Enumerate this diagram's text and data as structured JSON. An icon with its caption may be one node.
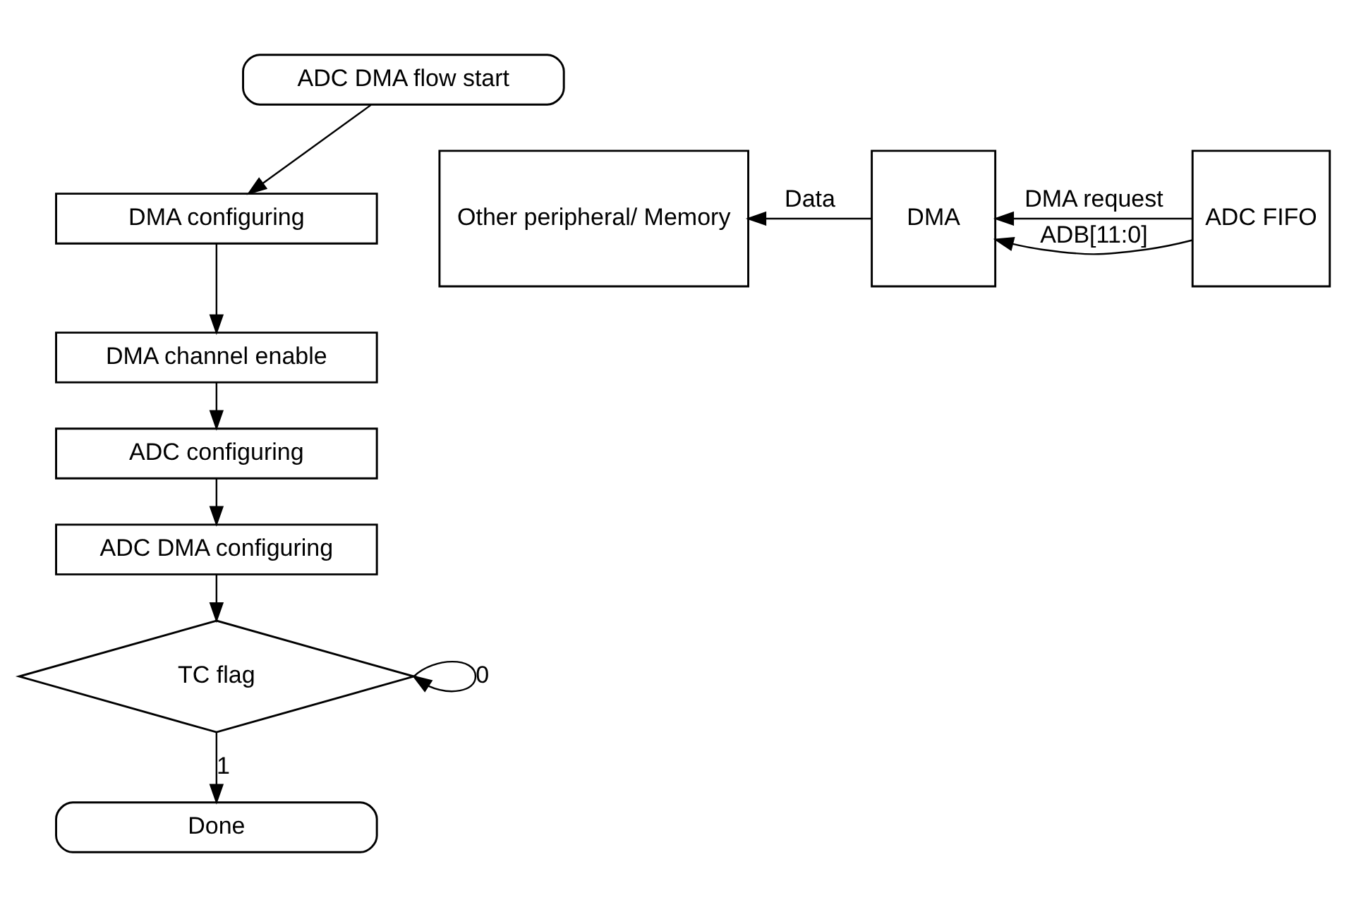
{
  "diagram": {
    "nodes": [
      {
        "text": [
          "ADC DMA flow start"
        ]
      },
      {
        "text": [
          "DMA configuring"
        ]
      },
      {
        "text": [
          "DMA channel enable"
        ]
      },
      {
        "text": [
          "ADC configuring"
        ]
      },
      {
        "text": [
          "ADC DMA configuring"
        ]
      },
      {
        "text": [
          "TC flag"
        ]
      },
      {
        "text": [
          "Done"
        ]
      },
      {
        "text": [
          "Other peripheral/ Memory"
        ]
      },
      {
        "text": [
          "DMA"
        ]
      },
      {
        "text": [
          "ADC FIFO"
        ]
      }
    ],
    "edges": [
      {
        "from": 0,
        "to": 1,
        "arrow": "to"
      },
      {
        "from": 1,
        "to": 2,
        "arrow": "to"
      },
      {
        "from": 2,
        "to": 3,
        "arrow": "to"
      },
      {
        "from": 3,
        "to": 4,
        "arrow": "to"
      },
      {
        "from": 4,
        "to": 5,
        "arrow": "to"
      },
      {
        "from": 5,
        "to": 5,
        "arrow": "to",
        "label": "0"
      },
      {
        "from": 5,
        "to": 6,
        "arrow": "to",
        "label": "1"
      },
      {
        "from": 9,
        "to": 8,
        "arrow": "to",
        "label": "ADB[11:0]"
      },
      {
        "from": 8,
        "to": 7,
        "arrow": "to",
        "label": "Data"
      },
      {
        "from": 9,
        "to": 8,
        "arrow": "to",
        "label": "DMA request"
      }
    ]
  }
}
